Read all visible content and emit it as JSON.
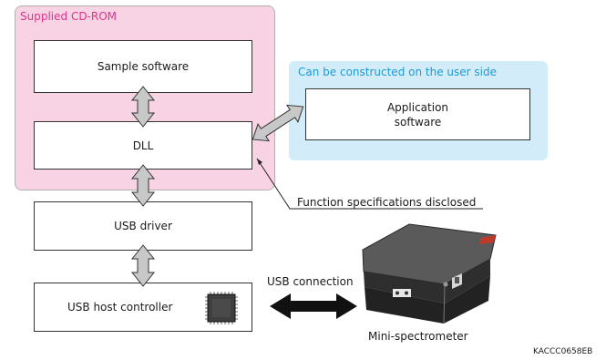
{
  "regions": {
    "cd_rom_title": "Supplied CD-ROM",
    "cd_rom_color": "#f7d3e4",
    "title_color_cd": "#e0338c",
    "user_side_title": "Can be constructed on the user side",
    "user_side_color": "#d2ecfa",
    "title_color_user": "#1d9ad6"
  },
  "boxes": {
    "sample_software": "Sample software",
    "dll": "DLL",
    "application_software_line1": "Application",
    "application_software_line2": "software",
    "usb_driver": "USB driver",
    "usb_host_controller": "USB host controller"
  },
  "annotations": {
    "function_specs": "Function specifications disclosed",
    "usb_connection": "USB connection",
    "mini_spectrometer": "Mini-spectrometer",
    "figure_code": "KACCC0658EB"
  },
  "arrow_colors": {
    "gray_fill": "#c8c8c8",
    "black_fill": "#111111"
  }
}
